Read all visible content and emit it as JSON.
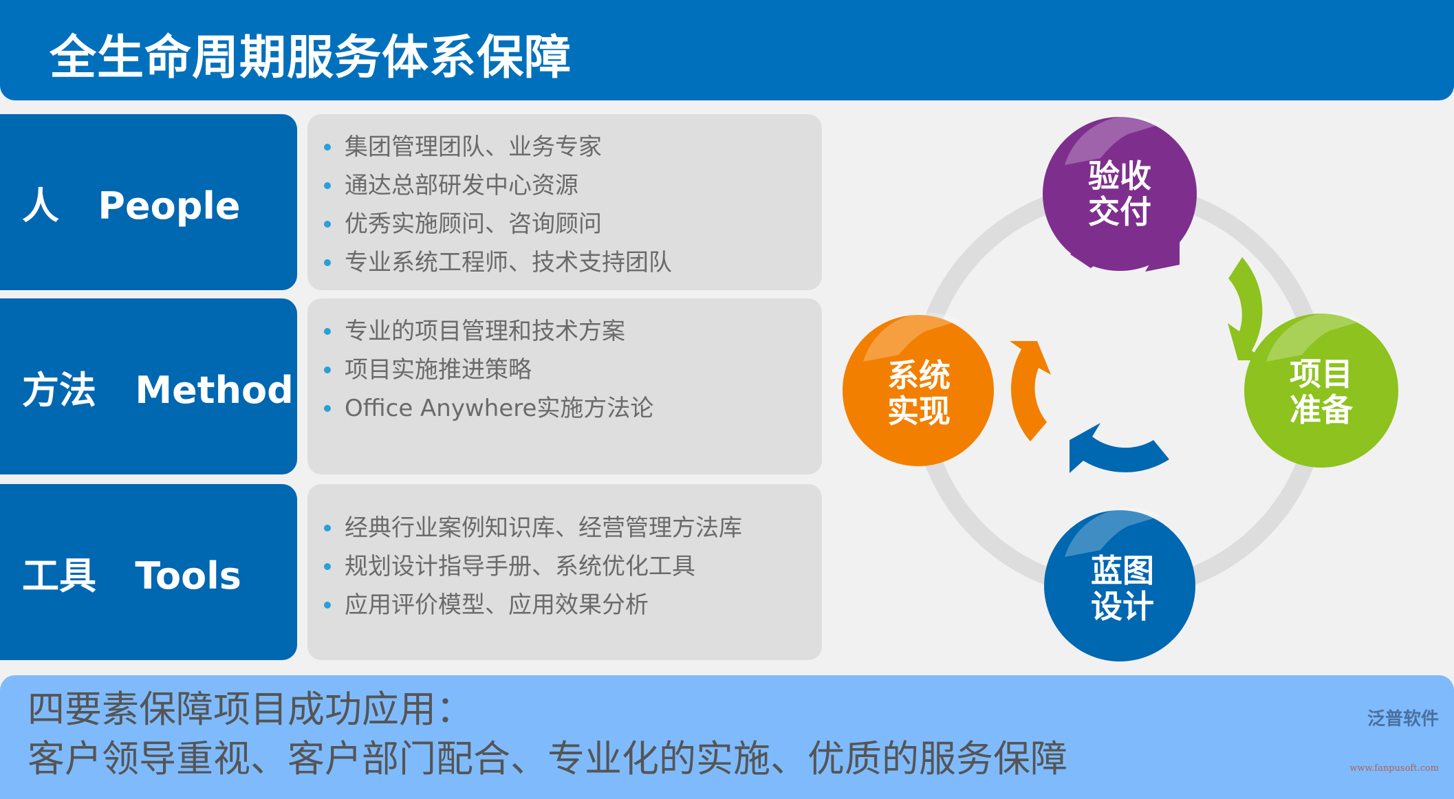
{
  "header": {
    "title": "全生命周期服务体系保障"
  },
  "rows": [
    {
      "label": "人   People",
      "items": [
        "集团管理团队、业务专家",
        "通达总部研发中心资源",
        "优秀实施顾问、咨询顾问",
        "专业系统工程师、技术支持团队"
      ]
    },
    {
      "label": "方法   Method",
      "items": [
        "专业的项目管理和技术方案",
        "项目实施推进策略",
        "Office Anywhere实施方法论"
      ]
    },
    {
      "label": "工具   Tools",
      "items": [
        "经典行业案例知识库、经营管理方法库",
        "规划设计指导手册、系统优化工具",
        "应用评价模型、应用效果分析"
      ]
    }
  ],
  "cycle": {
    "top": {
      "line1": "验收",
      "line2": "交付",
      "color": "#7e2f8e"
    },
    "right": {
      "line1": "项目",
      "line2": "准备",
      "color": "#8dc21f"
    },
    "bottom": {
      "line1": "蓝图",
      "line2": "设计",
      "color": "#0067b1"
    },
    "left": {
      "line1": "系统",
      "line2": "实现",
      "color": "#f27f00"
    }
  },
  "footer": {
    "line1": "四要素保障项目成功应用：",
    "line2": "客户领导重视、客户部门配合、专业化的实施、优质的服务保障"
  },
  "watermark": {
    "brand": "泛普软件",
    "url": "www.fanpusoft.com"
  }
}
